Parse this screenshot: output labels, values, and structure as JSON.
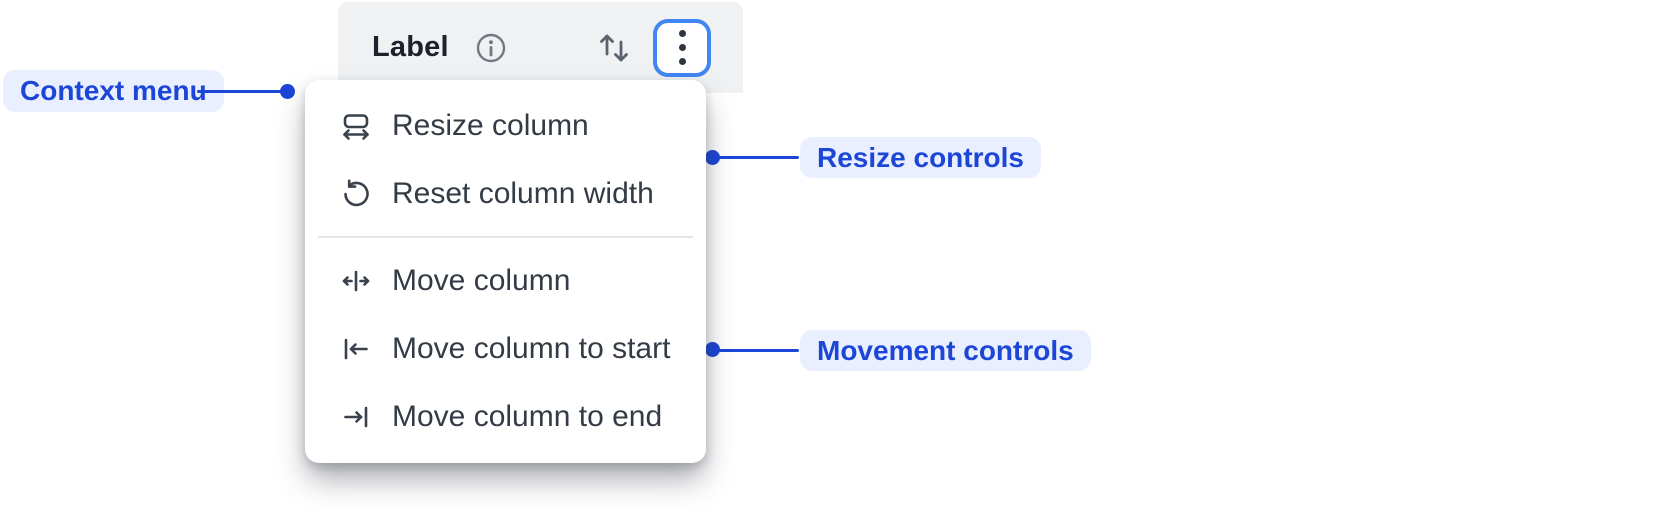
{
  "header": {
    "label": "Label",
    "info_icon": "info-icon",
    "sort_icon": "sort-arrows-icon",
    "menu_button_icon": "kebab-menu-icon",
    "menu_button_state": "focused"
  },
  "menu": {
    "groups": [
      {
        "name": "resize",
        "items": [
          {
            "icon": "resize-column-icon",
            "label": "Resize column"
          },
          {
            "icon": "reset-width-icon",
            "label": "Reset column width"
          }
        ]
      },
      {
        "name": "movement",
        "items": [
          {
            "icon": "move-column-icon",
            "label": "Move column"
          },
          {
            "icon": "move-to-start-icon",
            "label": "Move column to start"
          },
          {
            "icon": "move-to-end-icon",
            "label": "Move column to end"
          }
        ]
      }
    ]
  },
  "annotations": [
    {
      "id": "context-menu",
      "label": "Context menu",
      "side": "left",
      "points_to": "context menu panel"
    },
    {
      "id": "resize-controls",
      "label": "Resize controls",
      "side": "right",
      "points_to": "resize menu group"
    },
    {
      "id": "movement-controls",
      "label": "Movement controls",
      "side": "right",
      "points_to": "movement menu group"
    }
  ],
  "colors": {
    "annotation_accent": "#1b46d6",
    "annotation_pill_bg": "#e9efff",
    "focus_ring": "#4286f5",
    "header_bg": "#eff1f3",
    "menu_bg": "#ffffff",
    "menu_text": "#333b46",
    "divider": "#e4e7ea"
  }
}
